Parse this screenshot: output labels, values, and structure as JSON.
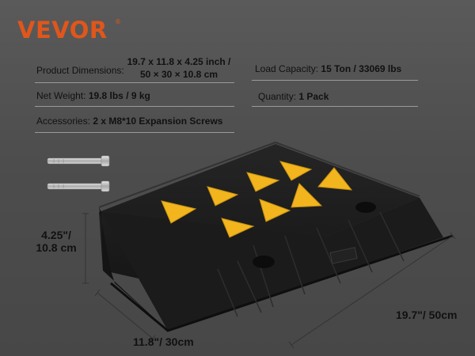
{
  "brand": {
    "name": "VEVOR",
    "registered": "®",
    "color": "#e0561b"
  },
  "specs": {
    "product_dimensions": {
      "label": "Product Dimensions:",
      "value_line1": "19.7 x 11.8 x 4.25 inch /",
      "value_line2": "50 × 30 × 10.8 cm"
    },
    "load_capacity": {
      "label": "Load Capacity:",
      "value": "15 Ton / 33069 lbs"
    },
    "net_weight": {
      "label": "Net Weight:",
      "value": "19.8 lbs / 9 kg"
    },
    "quantity": {
      "label": "Quantity:",
      "value": "1 Pack"
    },
    "accessories": {
      "label": "Accessories:",
      "value": "2 x M8*10 Expansion Screws"
    }
  },
  "dimensions": {
    "height_line1": "4.25\"/",
    "height_line2": "10.8 cm",
    "width": "11.8\"/ 30cm",
    "length": "19.7\"/ 50cm"
  },
  "colors": {
    "background": "#4b4b4b",
    "ramp": "#1e1e1e",
    "reflector": "#f2b51e",
    "text": "#111111"
  }
}
